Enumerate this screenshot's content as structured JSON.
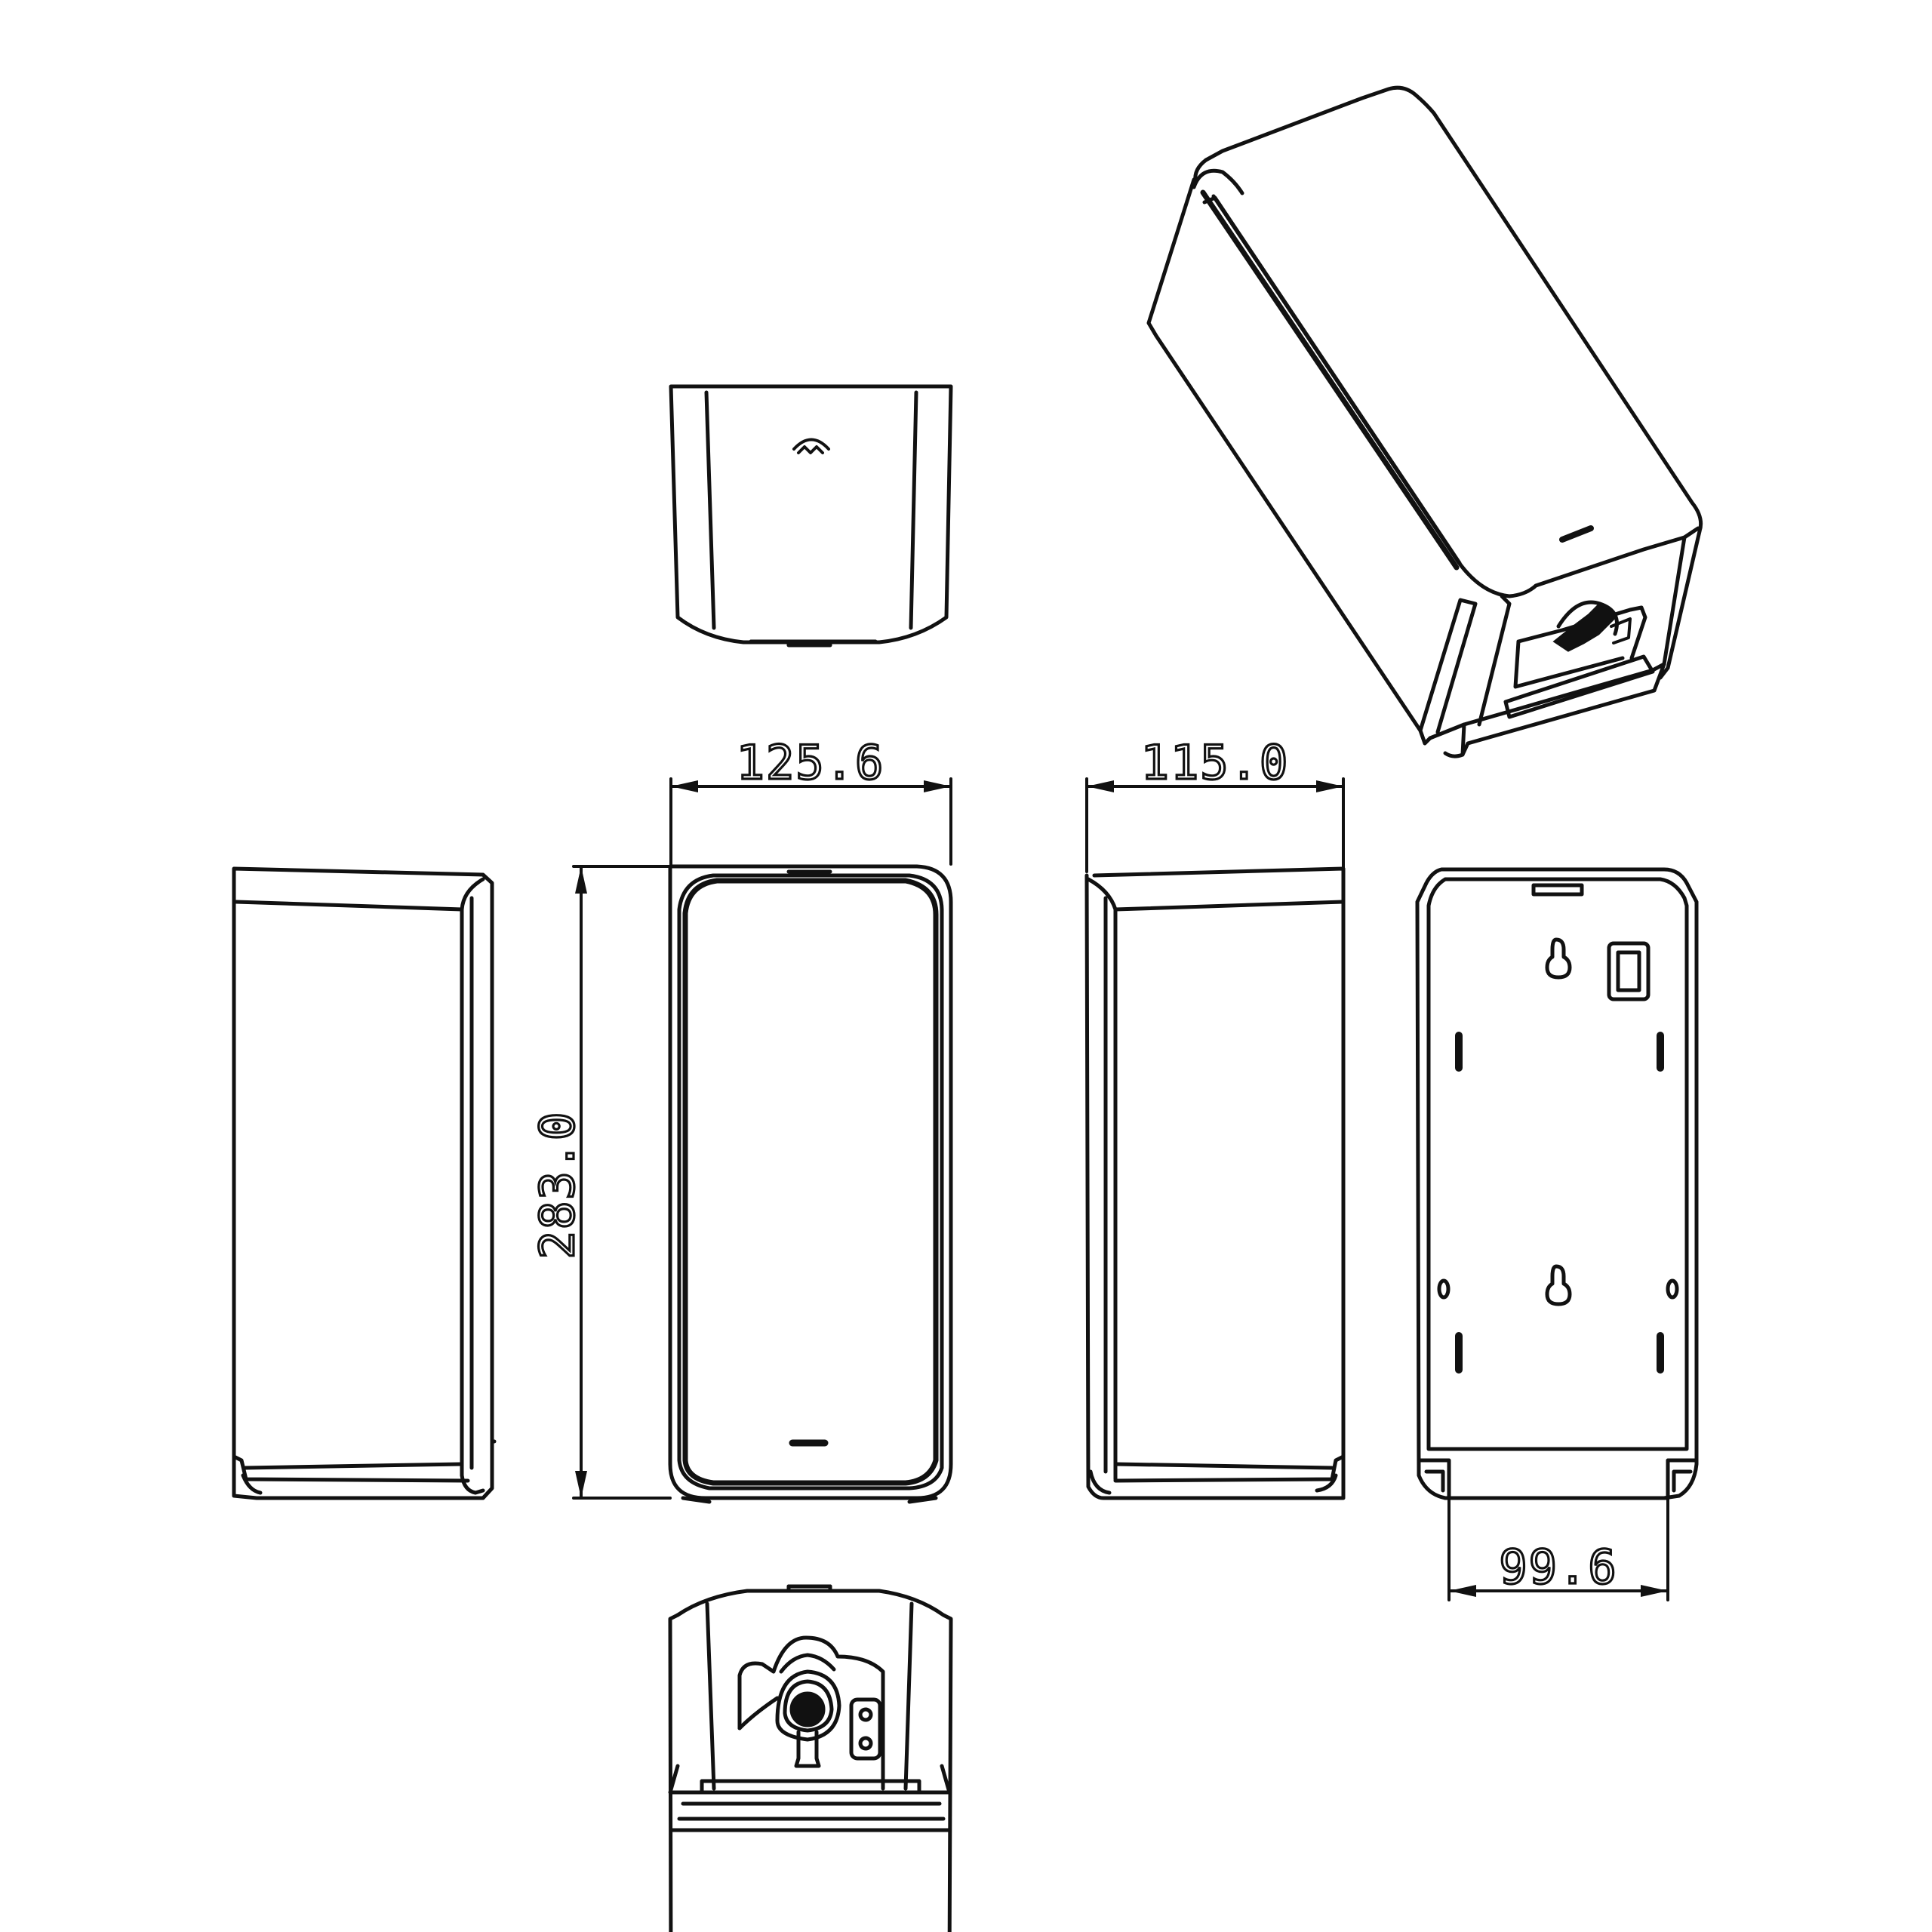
{
  "drawing": {
    "dimensions": {
      "width": "125.6",
      "depth": "115.0",
      "height": "283.0",
      "mount_spacing": "99.6"
    },
    "colors": {
      "line": "#111111",
      "background": "#ffffff"
    }
  }
}
